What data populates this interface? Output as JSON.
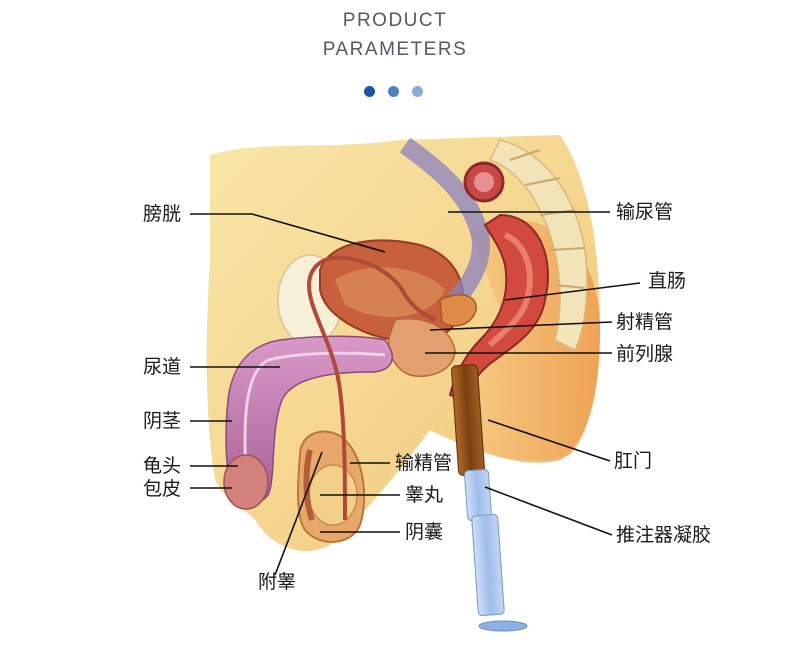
{
  "header": {
    "line1": "PRODUCT",
    "line2": "PARAMETERS"
  },
  "labels": {
    "bladder": "膀胱",
    "ureter": "输尿管",
    "rectum": "直肠",
    "ejaculatory_duct": "射精管",
    "prostate": "前列腺",
    "urethra": "尿道",
    "penis": "阴茎",
    "anus": "肛门",
    "glans": "龟头",
    "vas_deferens": "输精管",
    "foreskin": "包皮",
    "testis": "睾丸",
    "scrotum": "阴囊",
    "epididymis": "附睾",
    "applicator_gel": "推注器凝胶"
  },
  "colors": {
    "header_text": "#555a60",
    "dot_active": "#1c55a6",
    "dot_mid": "#4f7fc2",
    "dot_light": "#8aaad8",
    "tissue_yellow": "#f5d98a",
    "tissue_orange": "#f0a55a",
    "organ_red": "#c8443a",
    "organ_pink": "#e07a8a",
    "penis_purple": "#c07ab0",
    "applicator_brown": "#8a4a18",
    "applicator_blue": "#a9c4ec"
  }
}
